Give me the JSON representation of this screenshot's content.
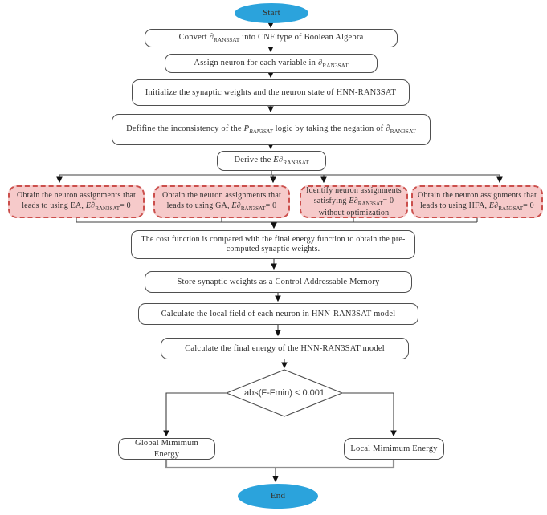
{
  "colors": {
    "terminal_fill": "#2ba3dc",
    "branch_fill": "#f6caca",
    "branch_border": "#cb4f4c",
    "line": "#3f3f3f",
    "merge_line": "#909090"
  },
  "flow": {
    "terminals": {
      "start": "Start",
      "end": "End"
    },
    "steps": {
      "convert": {
        "t1": "Convert ",
        "sym1": "∂",
        "sub1": "RAN3SAT",
        "t2": " into CNF type of Boolean Algebra"
      },
      "assign": {
        "t1": "Assign neuron for each variable in ",
        "sym1": "∂",
        "sub1": "RAN3SAT"
      },
      "initialize": {
        "t1": "Initialize the synaptic weights and the neuron state of HNN-RAN3SAT"
      },
      "define": {
        "t1": "Defifine the inconsistency of the ",
        "i1": "P",
        "sub1": "RAN3SAT",
        "t2": " logic by taking the negation of ",
        "sym2": "∂",
        "sub2": "RAN3SAT"
      },
      "derive": {
        "t1": "Derive the ",
        "i1": "E",
        "sym1": "∂",
        "sub1": "RAN3SAT"
      },
      "cost": {
        "t1": "The cost function is compared with the final energy function to obtain the pre-computed synaptic weights."
      },
      "store": {
        "t1": "Store synaptic weights as a Control Addressable Memory"
      },
      "local_field": {
        "t1": "Calculate the local field of each neuron in HNN-RAN3SAT model"
      },
      "final_energy": {
        "t1": "Calculate the final energy of the HNN-RAN3SAT model"
      }
    },
    "branches": {
      "ea": {
        "t1": "Obtain the neuron assignments that leads to using EA, ",
        "i1": "E",
        "sym1": "∂",
        "sub1": "RAN3SAT",
        "t2": "= 0"
      },
      "ga": {
        "t1": "Obtain the neuron assignments that leads to using GA, ",
        "i1": "E",
        "sym1": "∂",
        "sub1": "RAN3SAT",
        "t2": "= 0"
      },
      "direct": {
        "t1": "Identify neuron assignments satisfying ",
        "i1": "E",
        "sym1": "∂",
        "sub1": "RAN3SAT",
        "t2": "= 0 without optimization"
      },
      "hfa": {
        "t1": "Obtain the neuron assignments that leads to using HFA, ",
        "i1": "E",
        "sym1": "∂",
        "sub1": "RAN3SAT",
        "t2": "= 0"
      }
    },
    "decision": {
      "condition": "abs(F-Fmin) < 0.001"
    },
    "outcomes": {
      "global": "Global Mimimum Energy",
      "local": "Local Mimimum Energy"
    }
  }
}
